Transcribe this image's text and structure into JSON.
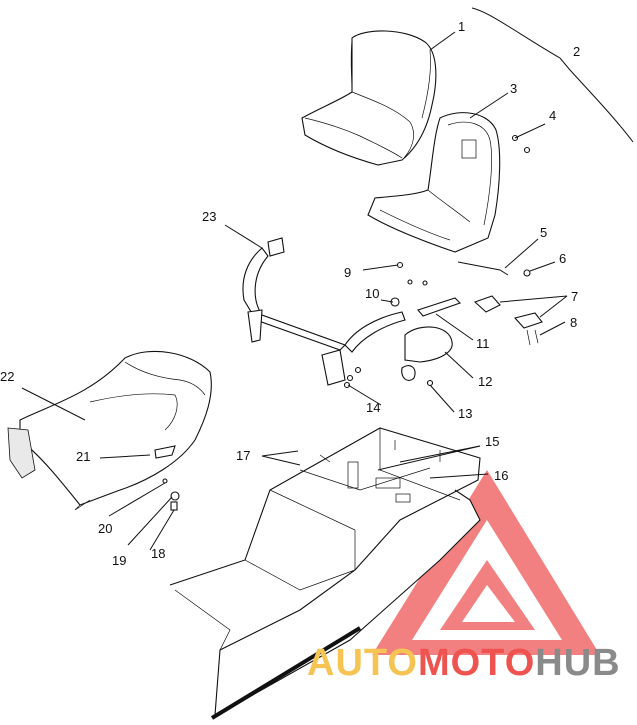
{
  "callouts": [
    {
      "label": "1"
    },
    {
      "label": "2"
    },
    {
      "label": "3"
    },
    {
      "label": "4"
    },
    {
      "label": "5"
    },
    {
      "label": "6"
    },
    {
      "label": "7"
    },
    {
      "label": "8"
    },
    {
      "label": "9"
    },
    {
      "label": "10"
    },
    {
      "label": "11"
    },
    {
      "label": "12"
    },
    {
      "label": "13"
    },
    {
      "label": "14"
    },
    {
      "label": "15"
    },
    {
      "label": "16"
    },
    {
      "label": "17"
    },
    {
      "label": "18"
    },
    {
      "label": "19"
    },
    {
      "label": "20"
    },
    {
      "label": "21"
    },
    {
      "label": "22"
    },
    {
      "label": "23"
    }
  ],
  "watermark": {
    "part1": "AUTO",
    "part2": "MOTO",
    "part3": "HUB",
    "color_auto": "#f6c453",
    "color_moto": "#ef5350",
    "color_hub": "#8a8a8a",
    "triangle_color": "#f06a6a"
  }
}
